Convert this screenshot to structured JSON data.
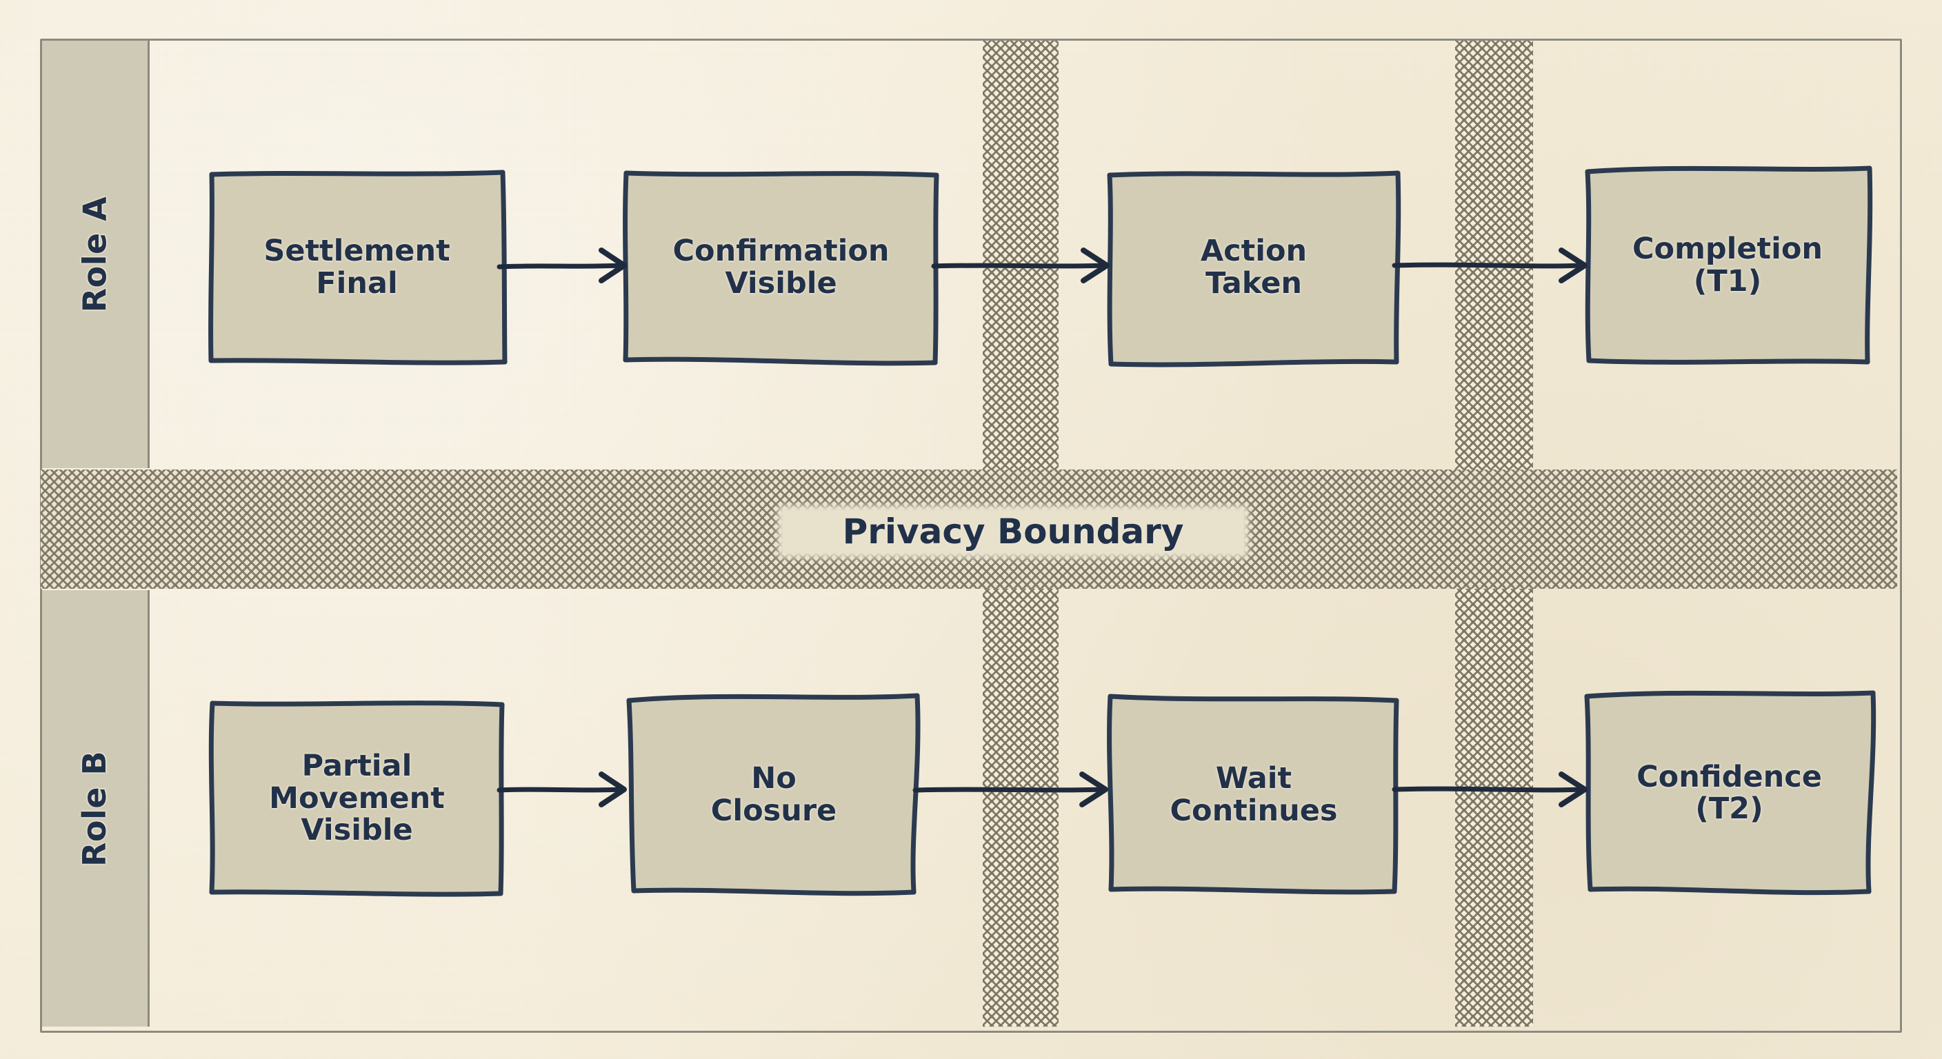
{
  "diagram": {
    "type": "swimlane-flowchart",
    "style": "hand-drawn",
    "background_color": "#f6eedb",
    "node_fill_color": "#d3cdb6",
    "node_stroke_color": "#2b3a4f",
    "text_color": "#22314a",
    "lane_label_color": "#cfcab5",
    "hatch_color": "#78715f",
    "boundary_label_chip_color": "#e8e2cd"
  },
  "lanes": [
    {
      "id": "role-a",
      "label": "Role A",
      "nodes": [
        {
          "id": "settlement-final",
          "label": "Settlement\nFinal"
        },
        {
          "id": "confirmation-visible",
          "label": "Confirmation\nVisible"
        },
        {
          "id": "action-taken",
          "label": "Action\nTaken"
        },
        {
          "id": "completion-t1",
          "label": "Completion\n(T1)"
        }
      ],
      "edges": [
        {
          "from": "settlement-final",
          "to": "confirmation-visible"
        },
        {
          "from": "confirmation-visible",
          "to": "action-taken"
        },
        {
          "from": "action-taken",
          "to": "completion-t1"
        }
      ]
    },
    {
      "id": "role-b",
      "label": "Role B",
      "nodes": [
        {
          "id": "partial-movement-visible",
          "label": "Partial\nMovement\nVisible"
        },
        {
          "id": "no-closure",
          "label": "No\nClosure"
        },
        {
          "id": "wait-continues",
          "label": "Wait\nContinues"
        },
        {
          "id": "confidence-t2",
          "label": "Confidence\n(T2)"
        }
      ],
      "edges": [
        {
          "from": "partial-movement-visible",
          "to": "no-closure"
        },
        {
          "from": "no-closure",
          "to": "wait-continues"
        },
        {
          "from": "wait-continues",
          "to": "confidence-t2"
        }
      ]
    }
  ],
  "boundary": {
    "label": "Privacy Boundary",
    "orientation": "horizontal",
    "style": "crosshatch"
  },
  "vertical_bands": [
    {
      "id": "band-1",
      "style": "crosshatch"
    },
    {
      "id": "band-2",
      "style": "crosshatch"
    }
  ]
}
